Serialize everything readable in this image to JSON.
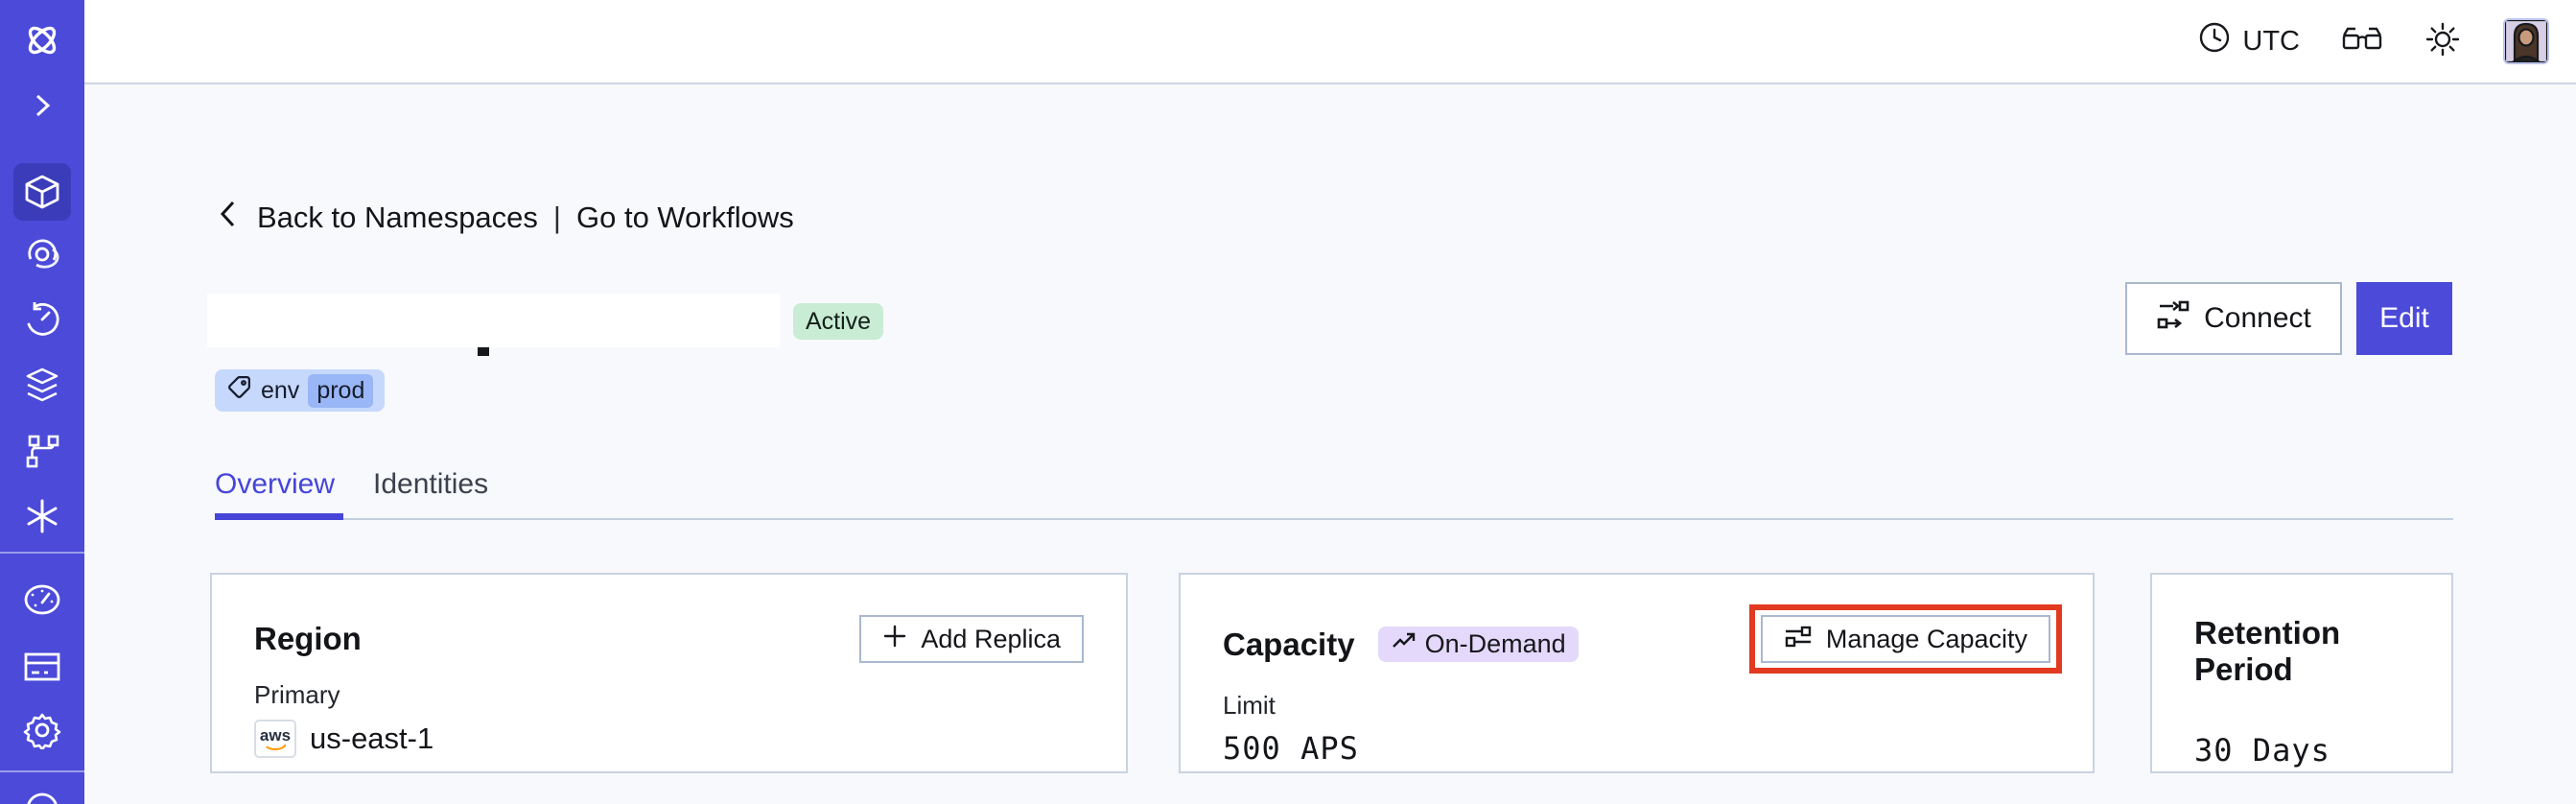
{
  "topbar": {
    "timezone": "UTC",
    "icons": [
      "clock-icon",
      "glasses-icon",
      "sun-icon",
      "avatar"
    ]
  },
  "sidebar": {
    "items": [
      {
        "icon": "temporal-logo"
      },
      {
        "icon": "expand-chevron-icon"
      },
      {
        "icon": "namespaces-cube-icon",
        "active": true
      },
      {
        "icon": "workflows-spiral-icon"
      },
      {
        "icon": "schedules-clock-icon"
      },
      {
        "icon": "deployments-layers-icon"
      },
      {
        "icon": "pipelines-branch-icon"
      },
      {
        "icon": "nexus-asterisk-icon"
      },
      {
        "icon": "usage-gauge-icon"
      },
      {
        "icon": "billing-card-icon"
      },
      {
        "icon": "settings-gear-icon"
      },
      {
        "icon": "help-circle-icon-partial"
      }
    ],
    "color": "#4b4ad9",
    "active_color": "#3b3cba"
  },
  "breadcrumb": {
    "back": "Back to Namespaces",
    "separator": "|",
    "workflows": "Go to Workflows"
  },
  "header": {
    "title_redacted": true,
    "status": "Active",
    "tag": {
      "key": "env",
      "value": "prod"
    },
    "actions": {
      "connect": "Connect",
      "edit": "Edit"
    }
  },
  "tabs": [
    {
      "label": "Overview",
      "active": true
    },
    {
      "label": "Identities",
      "active": false
    }
  ],
  "cards": {
    "region": {
      "title": "Region",
      "action": "Add Replica",
      "field_label": "Primary",
      "provider": "aws",
      "value": "us-east-1"
    },
    "capacity": {
      "title": "Capacity",
      "badge": "On-Demand",
      "action": "Manage Capacity",
      "action_highlighted": true,
      "field_label": "Limit",
      "value": "500 APS"
    },
    "retention": {
      "title": "Retention Period",
      "value": "30 Days"
    }
  },
  "colors": {
    "accent_indigo": "#4645d8",
    "sidebar_indigo": "#4b4ad9",
    "status_green_bg": "#c9ecd4",
    "tag_blue_bg": "#c6d8fc",
    "tag_value_bg": "#99b6f6",
    "ondemand_purple_bg": "#e4d9fb",
    "highlight_red": "#e13a20",
    "page_bg": "#f8f9fc",
    "card_border": "#c9d3e1"
  }
}
